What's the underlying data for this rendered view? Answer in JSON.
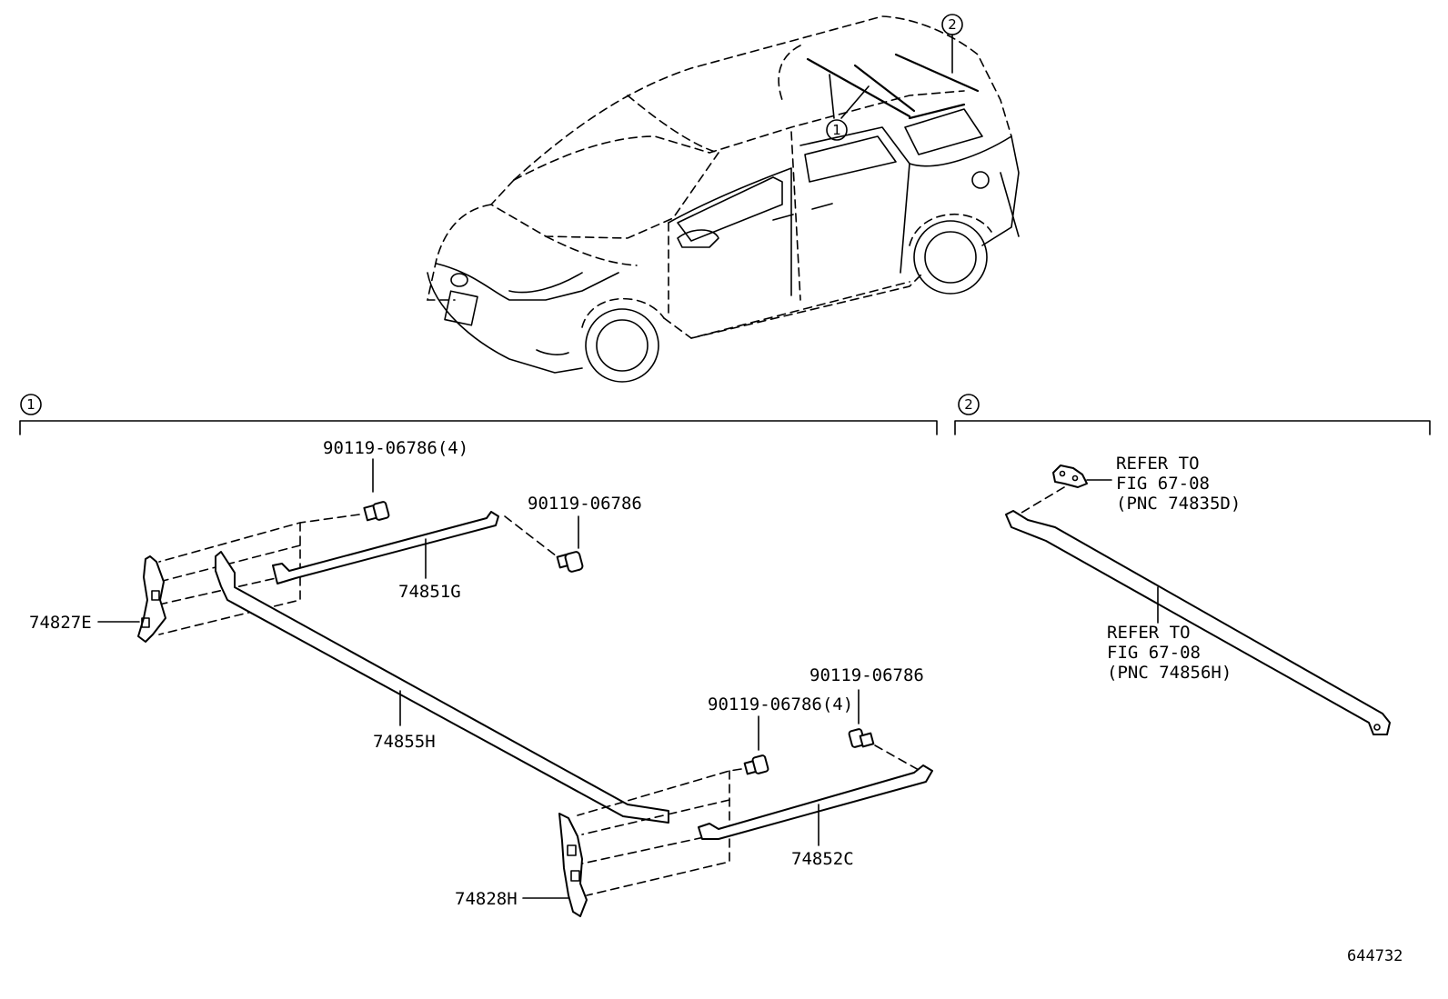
{
  "callouts": {
    "c1": "1",
    "c2": "2"
  },
  "sections": {
    "s1": "1",
    "s2": "2"
  },
  "labels": {
    "bolt_top_a": "90119-06786(4)",
    "bolt_top_b": "90119-06786",
    "bolt_bot_a": "90119-06786(4)",
    "bolt_bot_b": "90119-06786",
    "p74851g": "74851G",
    "p74827e": "74827E",
    "p74855h": "74855H",
    "p74852c": "74852C",
    "p74828h": "74828H"
  },
  "refer_top": {
    "l1": "REFER TO",
    "l2": "FIG 67-08",
    "l3": "(PNC 74835D)"
  },
  "refer_bot": {
    "l1": "REFER TO",
    "l2": "FIG 67-08",
    "l3": "(PNC 74856H)"
  },
  "figure_id": "644732"
}
